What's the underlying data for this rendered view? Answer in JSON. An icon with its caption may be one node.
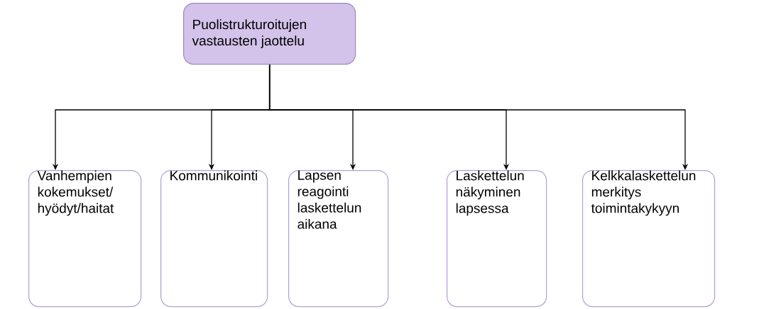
{
  "diagram": {
    "nodes": [
      {
        "text": [
          "Puolistrukturoitujen vastausten jaottelu"
        ]
      },
      {
        "text": [
          "Vanhempien kokemukset/hyödyt/haitat"
        ]
      },
      {
        "text": [
          "Kommunikointi"
        ]
      },
      {
        "text": [
          "Lapsen reagointi laskettelun aikana"
        ]
      },
      {
        "text": [
          "Laskettelun näkyminen lapsessa"
        ]
      },
      {
        "text": [
          "Kelkkalaskettelun merkitys toimintakykyyn"
        ]
      }
    ],
    "edges": [
      {
        "from": 0,
        "to": 1,
        "arrow": "to"
      },
      {
        "from": 0,
        "to": 2,
        "arrow": "to"
      },
      {
        "from": 0,
        "to": 3,
        "arrow": "to"
      },
      {
        "from": 0,
        "to": 4,
        "arrow": "to"
      },
      {
        "from": 0,
        "to": 5,
        "arrow": "to"
      }
    ]
  }
}
